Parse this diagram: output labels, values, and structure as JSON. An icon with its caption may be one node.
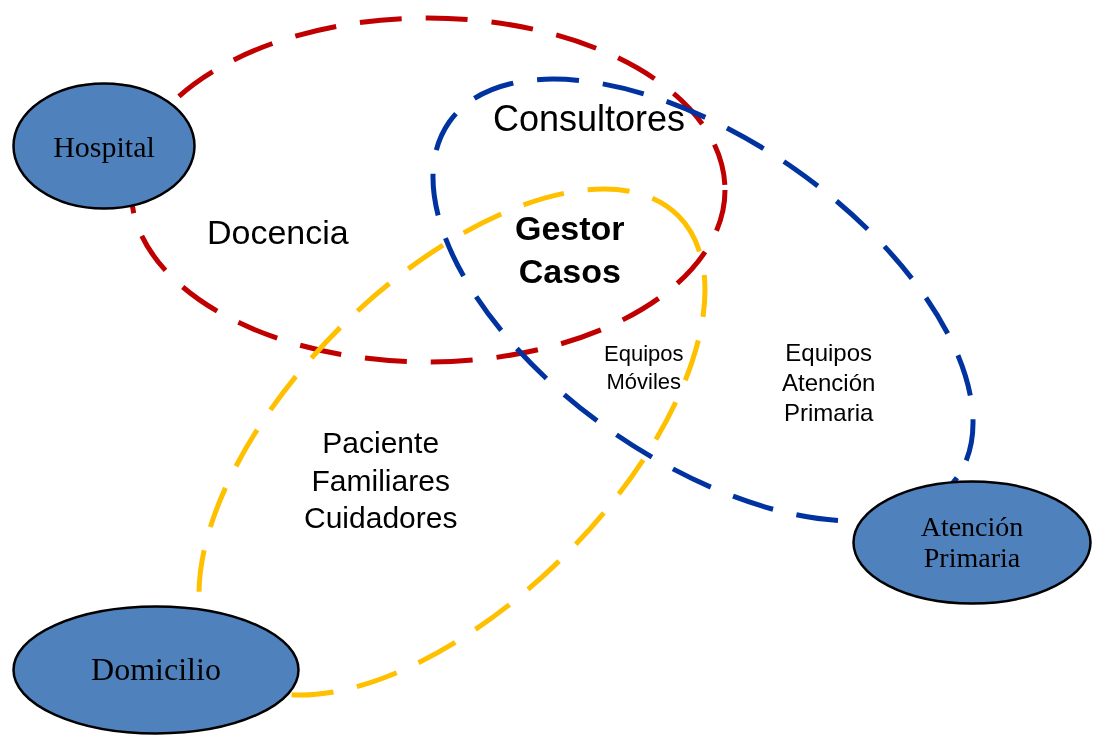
{
  "diagram": {
    "nodes": [
      {
        "text": [
          "Hospital"
        ]
      },
      {
        "text": [
          "Atención Primaria"
        ]
      },
      {
        "text": [
          "Domicilio"
        ]
      },
      {
        "text": [
          "Docencia"
        ]
      },
      {
        "text": [
          "Equipos Atención Primaria"
        ]
      },
      {
        "text": [
          "Paciente Familiares Cuidadores"
        ]
      }
    ],
    "labels": [
      "Consultores",
      "Gestor Casos",
      "Equipos Móviles"
    ]
  }
}
